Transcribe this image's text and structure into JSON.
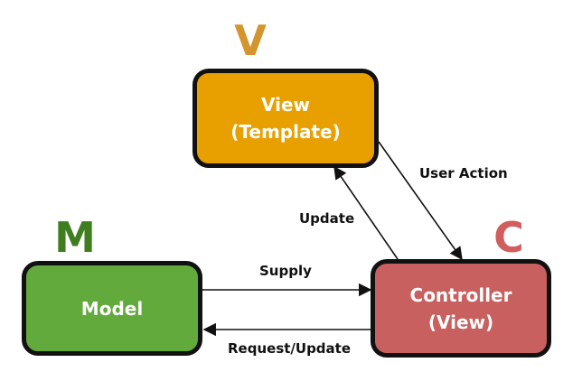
{
  "colors": {
    "view": "#E8A000",
    "model": "#62AA3C",
    "controller": "#C96060",
    "letter_v": "#D4942E",
    "letter_m": "#3E7E1E",
    "letter_c": "#D05E5E",
    "border": "#111111"
  },
  "letters": {
    "view": "V",
    "model": "M",
    "controller": "C"
  },
  "boxes": {
    "view": {
      "line1": "View",
      "line2": "(Template)"
    },
    "model": {
      "line1": "Model"
    },
    "controller": {
      "line1": "Controller",
      "line2": "(View)"
    }
  },
  "edges": {
    "user_action": "User Action",
    "update": "Update",
    "supply": "Supply",
    "request_update": "Request/Update"
  }
}
